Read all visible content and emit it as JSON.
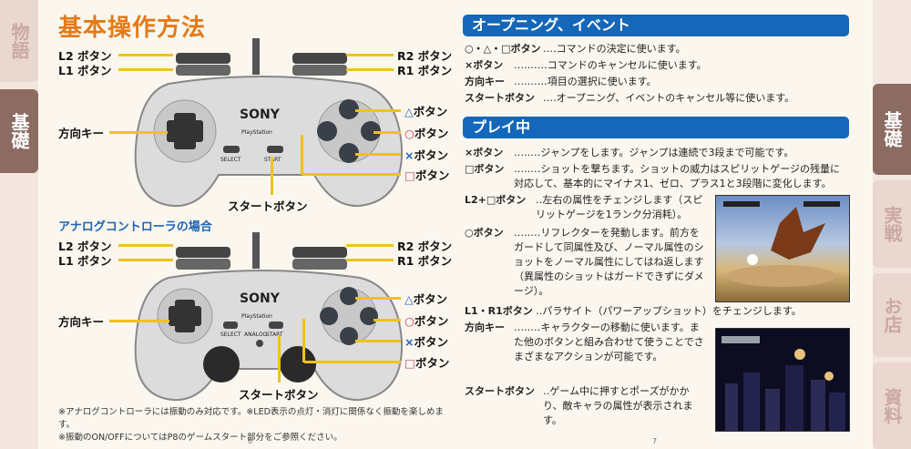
{
  "left_tabs": [
    {
      "label": "物語"
    },
    {
      "label": "基礎"
    }
  ],
  "right_tabs": [
    {
      "label": "基礎"
    },
    {
      "label": "実戦"
    },
    {
      "label": "お店"
    },
    {
      "label": "資料"
    }
  ],
  "left_page": {
    "title": "基本操作方法",
    "controller1": {
      "brand": "SONY",
      "logo_text": "PlayStation",
      "select": "SELECT",
      "start": "START",
      "labels": {
        "l2": "L2 ボタン",
        "l1": "L1 ボタン",
        "r2": "R2 ボタン",
        "r1": "R1 ボタン",
        "dpad": "方向キー",
        "triangle": "ボタン",
        "circle": "ボタン",
        "cross": "ボタン",
        "square": "ボタン",
        "start": "スタートボタン"
      },
      "symbols": {
        "triangle": "△",
        "circle": "○",
        "cross": "×",
        "square": "□"
      }
    },
    "analog_title": "アナログコントローラの場合",
    "controller2": {
      "brand": "SONY",
      "logo_text": "PlayStation",
      "select": "SELECT",
      "start": "START",
      "analog": "ANALOG",
      "labels": {
        "l2": "L2 ボタン",
        "l1": "L1 ボタン",
        "r2": "R2 ボタン",
        "r1": "R1 ボタン",
        "dpad": "方向キー",
        "triangle": "ボタン",
        "circle": "ボタン",
        "cross": "ボタン",
        "square": "ボタン",
        "start": "スタートボタン"
      },
      "symbols": {
        "triangle": "△",
        "circle": "○",
        "cross": "×",
        "square": "□"
      }
    },
    "notes": [
      "※アナログコントローラには振動のみ対応です。※LED表示の点灯・消灯に関係なく振動を楽しめます。",
      "※振動のON/OFFについてはP8のゲームスタート部分をご参照ください。"
    ],
    "page_number": "6"
  },
  "right_page": {
    "section1": {
      "title": "オープニング、イベント",
      "rows": [
        {
          "key": "○・△・□ボタン",
          "desc": "‥‥コマンドの決定に使います。"
        },
        {
          "key": "×ボタン",
          "desc": "‥‥‥‥‥コマンドのキャンセルに使います。"
        },
        {
          "key": "方向キー",
          "desc": "‥‥‥‥‥項目の選択に使います。"
        },
        {
          "key": "スタートボタン",
          "desc": "‥‥オープニング、イベントのキャンセル等に使います。"
        }
      ]
    },
    "section2": {
      "title": "プレイ中",
      "rows": [
        {
          "key": "×ボタン",
          "desc": "‥‥‥‥ジャンプをします。ジャンプは連続で3段まで可能です。"
        },
        {
          "key": "□ボタン",
          "desc": "‥‥‥‥ショットを撃ちます。ショットの威力はスピリットゲージの残量に対応して、基本的にマイナス1、ゼロ、プラス1と3段階に変化します。"
        },
        {
          "key": "L2+□ボタン",
          "desc": "‥左右の属性をチェンジします（スピリットゲージを1ランク分消耗）。"
        },
        {
          "key": "○ボタン",
          "desc": "‥‥‥‥リフレクターを発動します。前方をガードして同属性及び、ノーマル属性のショットをノーマル属性にしてはね返します（異属性のショットはガードできずにダメージ）。"
        },
        {
          "key": "L1・R1ボタン",
          "desc": "‥パラサイト（パワーアップショット）をチェンジします。"
        },
        {
          "key": "方向キー",
          "desc": "‥‥‥‥キャラクターの移動に使います。また他のボタンと組み合わせて使うことでさまざまなアクションが可能です。"
        },
        {
          "key": "スタートボタン",
          "desc": "‥ゲーム中に押すとポーズがかかり、敵キャラの属性が表示されます。"
        }
      ]
    },
    "page_number": "7"
  },
  "colors": {
    "accent_orange": "#e37a16",
    "bar_blue": "#1467b9",
    "callout_yellow": "#f0c21a",
    "tab_active": "#8c6b62"
  }
}
